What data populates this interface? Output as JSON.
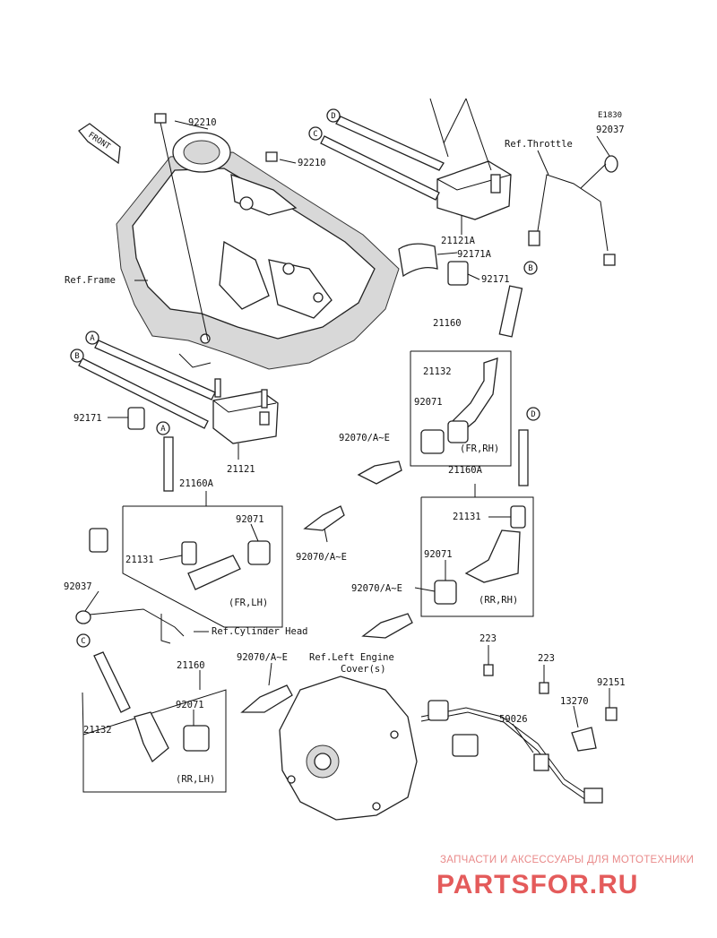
{
  "diagram": {
    "code": "E1830",
    "front_label": "FRONT",
    "parts": [
      "92210",
      "92210",
      "92037",
      "21121A",
      "92171A",
      "92171",
      "21160",
      "21132",
      "92071",
      "92070/A~E",
      "21121",
      "92171",
      "21160A",
      "92071",
      "92070/A~E",
      "21131",
      "21160A",
      "21131",
      "92071",
      "92070/A~E",
      "92037",
      "21160",
      "92071",
      "92070/A~E",
      "21132",
      "223",
      "223",
      "92151",
      "13270",
      "59026"
    ],
    "refs": [
      "Ref.Throttle",
      "Ref.Frame",
      "Ref.Cylinder Head",
      "Ref.Left Engine",
      "Cover(s)"
    ],
    "boxes": [
      "(FR,RH)",
      "(FR,LH)",
      "(RR,RH)",
      "(RR,LH)"
    ],
    "callouts": [
      "D",
      "C",
      "B",
      "A",
      "B",
      "A",
      "D",
      "C"
    ]
  },
  "watermark": {
    "top_text": "ЗАПЧАСТИ И АКСЕССУАРЫ ДЛЯ МОТОТЕХНИКИ",
    "brand": "PARTSFOR.RU",
    "color": "#e45b5b"
  }
}
